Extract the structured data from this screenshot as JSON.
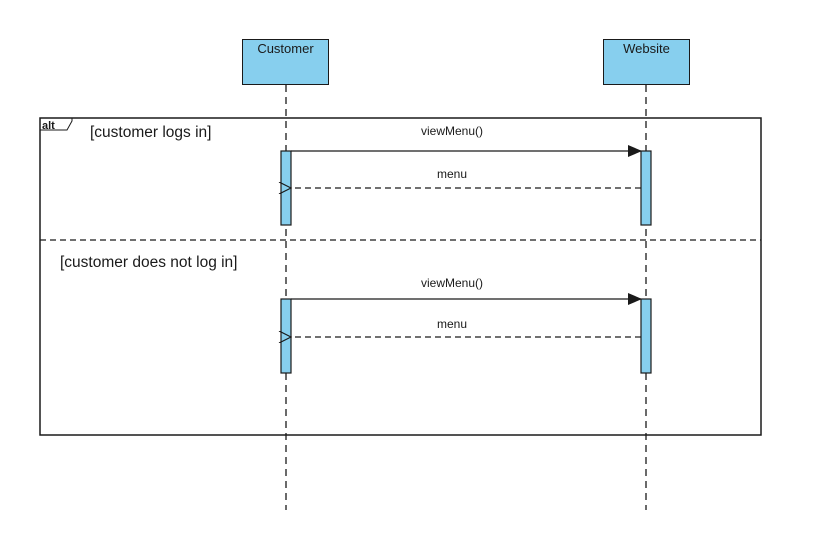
{
  "colors": {
    "lifeline_fill": "#87cfee",
    "activation_fill": "#87cfee",
    "stroke": "#1a1a1a"
  },
  "lifelines": {
    "customer": "Customer",
    "website": "Website"
  },
  "fragment": {
    "operator": "alt",
    "operands": [
      {
        "guard": "[customer logs in]",
        "messages": [
          {
            "label": "viewMenu()",
            "kind": "synchronous call",
            "from": "Customer",
            "to": "Website"
          },
          {
            "label": "menu",
            "kind": "return",
            "from": "Website",
            "to": "Customer"
          }
        ]
      },
      {
        "guard": "[customer does not log in]",
        "messages": [
          {
            "label": "viewMenu()",
            "kind": "synchronous call",
            "from": "Customer",
            "to": "Website"
          },
          {
            "label": "menu",
            "kind": "return",
            "from": "Website",
            "to": "Customer"
          }
        ]
      }
    ]
  }
}
